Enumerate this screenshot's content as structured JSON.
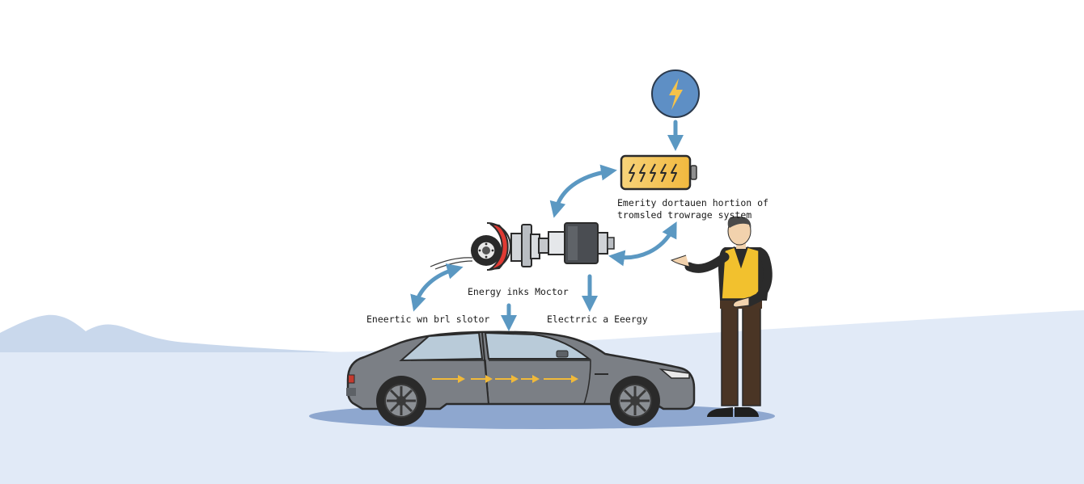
{
  "labels": {
    "battery_line1": "Emerity dortauen hortion of",
    "battery_line2": "tromsled trowrage system",
    "motor": "Energy inks Moctor",
    "left": "Eneertic wn brl slotor",
    "right": "Electrric a Eeergy"
  },
  "colors": {
    "arrow": "#5b98c2",
    "battery": "#f4c45a",
    "bolt_circle": "#5e8fc5",
    "bolt": "#f5c24a",
    "car_body": "#7b7f85",
    "vest": "#f2c12e",
    "ground": "#e1eaf7"
  },
  "icons": [
    "lightning-bolt-icon",
    "battery-icon",
    "electric-motor-icon",
    "car-icon",
    "person-icon"
  ]
}
